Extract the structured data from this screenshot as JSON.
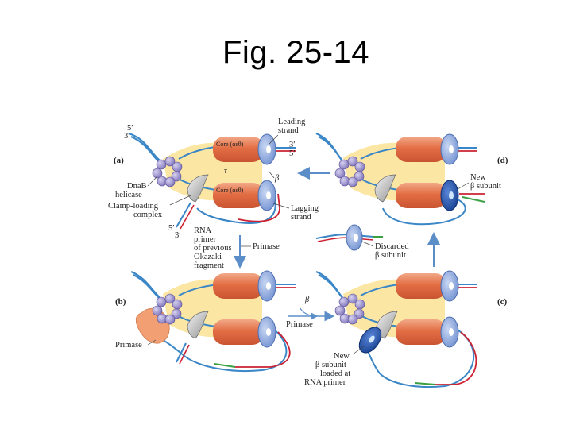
{
  "title": "Fig. 25-14",
  "panels": {
    "a": "(a)",
    "b": "(b)",
    "c": "(c)",
    "d": "(d)"
  },
  "labels": {
    "five_prime": "5′",
    "three_prime": "3′",
    "leading_strand": [
      "Leading",
      "strand"
    ],
    "core": "Core (αεθ)",
    "tau": "τ",
    "beta": "β",
    "dnab_helicase": [
      "DnaB",
      "helicase"
    ],
    "clamp_loading_complex": [
      "Clamp-loading",
      "complex"
    ],
    "lagging_strand": [
      "Lagging",
      "strand"
    ],
    "rna_primer": [
      "RNA",
      "primer",
      "of previous",
      "Okazaki",
      "fragment"
    ],
    "primase": "Primase",
    "new_beta_subunit": [
      "New",
      "β subunit"
    ],
    "discarded_beta_subunit": [
      "Discarded",
      "β subunit"
    ],
    "new_beta_loaded": [
      "New",
      "β subunit",
      "loaded at",
      "RNA primer"
    ]
  },
  "colors": {
    "dna_blue": "#3a86c6",
    "rna_red": "#cc2233",
    "new_dna_green": "#3aa040",
    "core_orange": "#e8805a",
    "clamp_blue": "#7f9ed6",
    "new_clamp_blue": "#1f4fa8",
    "helicase_purple": "#8f86c8",
    "tau_yellow": "#fbe6a3",
    "arrow_blue": "#5b8ec9"
  }
}
